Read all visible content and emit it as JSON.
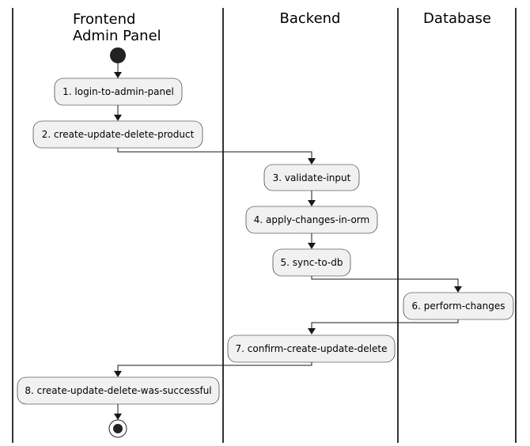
{
  "swimlanes": [
    {
      "title_lines": [
        "Frontend",
        "Admin Panel"
      ]
    },
    {
      "title_lines": [
        "Backend"
      ]
    },
    {
      "title_lines": [
        "Database"
      ]
    }
  ],
  "steps": [
    {
      "label": "1. login-to-admin-panel"
    },
    {
      "label": "2. create-update-delete-product"
    },
    {
      "label": "3. validate-input"
    },
    {
      "label": "4. apply-changes-in-orm"
    },
    {
      "label": "5. sync-to-db"
    },
    {
      "label": "6. perform-changes"
    },
    {
      "label": "7. confirm-create-update-delete"
    },
    {
      "label": "8. create-update-delete-was-successful"
    }
  ],
  "colors": {
    "node_fill": "#f1f1f1",
    "stroke": "#181818",
    "background": "#ffffff"
  }
}
